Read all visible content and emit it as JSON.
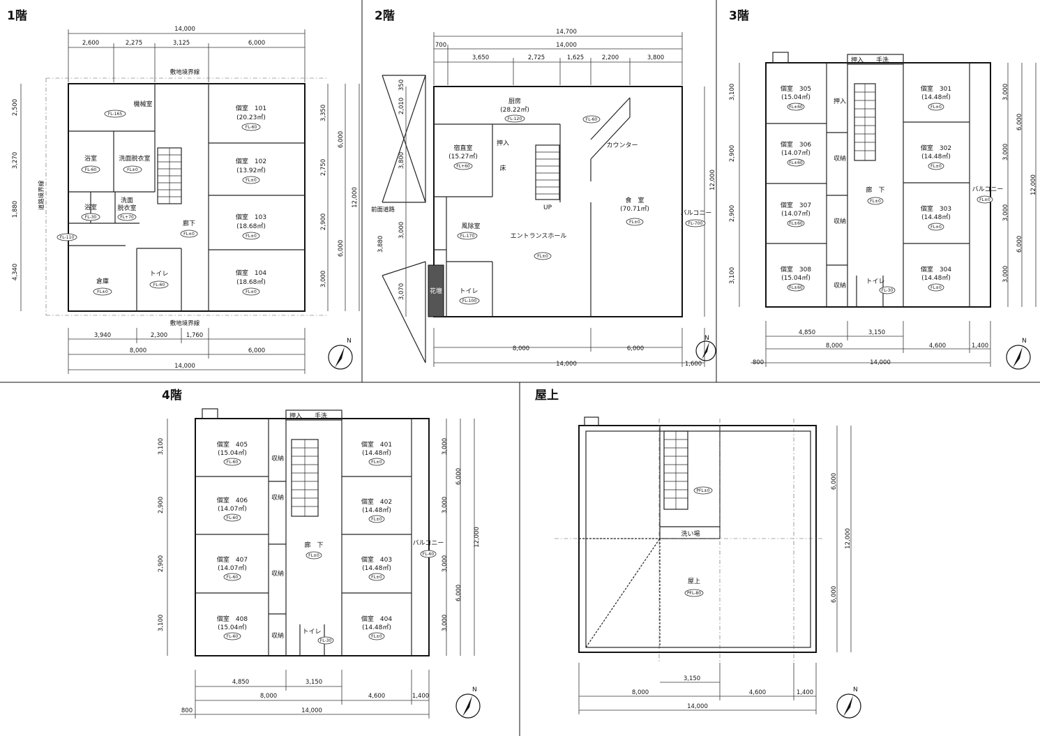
{
  "floors": {
    "f1": {
      "title": "1階",
      "dims_top": [
        "14,000",
        "2,600",
        "2,275",
        "3,125",
        "6,000"
      ],
      "dims_bottom": [
        "3,940",
        "2,300",
        "1,760",
        "8,000",
        "6,000",
        "14,000"
      ],
      "dims_left": [
        "2,500",
        "3,270",
        "1,880",
        "4,340"
      ],
      "dims_right": [
        "3,350",
        "2,750",
        "2,900",
        "3,000",
        "6,000",
        "6,000",
        "12,000"
      ],
      "boundary_top": "敷地境界線",
      "boundary_bottom": "敷地境界線",
      "boundary_left": "道路境界線",
      "rooms": [
        {
          "name": "機械室",
          "fl": "FL-165"
        },
        {
          "name": "浴室",
          "fl": "FL-60"
        },
        {
          "name": "洗面脱衣室",
          "fl": "FL±0"
        },
        {
          "name": "浴室",
          "fl": "FL-30"
        },
        {
          "name": "洗面",
          "name2": "脱衣室",
          "fl": "FL+70"
        },
        {
          "name": "倉庫",
          "fl": "FL±0"
        },
        {
          "name": "トイレ",
          "fl": "FL-60"
        },
        {
          "name": "廊下",
          "fl": "FL±0"
        },
        {
          "name": "個室　101",
          "area": "(20.23㎡)",
          "fl": "FL-60"
        },
        {
          "name": "個室　102",
          "area": "(13.92㎡)",
          "fl": "FL±0"
        },
        {
          "name": "個室　103",
          "area": "(18.68㎡)",
          "fl": "FL±0"
        },
        {
          "name": "個室　104",
          "area": "(18.68㎡)",
          "fl": "FL±0"
        }
      ],
      "extra_fl": "FL-110"
    },
    "f2": {
      "title": "2階",
      "dims_top": [
        "14,700",
        "700",
        "14,000",
        "3,650",
        "2,725",
        "1,625",
        "2,200",
        "3,800"
      ],
      "dims_bottom": [
        "8,000",
        "6,000",
        "14,000",
        "1,600"
      ],
      "dims_left": [
        "350",
        "2,010",
        "3,800",
        "3,000",
        "3,880",
        "3,070"
      ],
      "dims_right": [
        "12,000"
      ],
      "road_label": "前面道路",
      "rooms": [
        {
          "name": "厨房",
          "area": "(28.22㎡)",
          "fl": "FL-120"
        },
        {
          "name": "宿直室",
          "area": "(15.27㎡)",
          "fl": "FL+60"
        },
        {
          "name": "押入"
        },
        {
          "name": "床"
        },
        {
          "name": "風除室",
          "fl": "FL-170"
        },
        {
          "name": "エントランスホール",
          "fl": "FL±0"
        },
        {
          "name": "花壇"
        },
        {
          "name": "トイレ",
          "fl": "FL-100"
        },
        {
          "name": "カウンター"
        },
        {
          "name": "食　室",
          "area": "(70.71㎡)",
          "fl": "FL±0"
        },
        {
          "name": "バルコニー",
          "fl": "FL-700"
        }
      ],
      "extra_fl": "FL-60",
      "up_label": "UP"
    },
    "f3": {
      "title": "3階",
      "dims_bottom": [
        "4,850",
        "3,150",
        "8,000",
        "4,600",
        "1,400",
        "800",
        "14,000"
      ],
      "dims_left": [
        "3,100",
        "2,900",
        "2,900",
        "3,100"
      ],
      "dims_right": [
        "3,000",
        "3,000",
        "3,000",
        "3,000",
        "6,000",
        "6,000",
        "12,000"
      ],
      "rooms": [
        {
          "name": "個室　305",
          "area": "(15.04㎡)",
          "fl": "FL±60"
        },
        {
          "name": "個室　306",
          "area": "(14.07㎡)",
          "fl": "FL±60"
        },
        {
          "name": "個室　307",
          "area": "(14.07㎡)",
          "fl": "FL±60"
        },
        {
          "name": "個室　308",
          "area": "(15.04㎡)",
          "fl": "FL±60"
        },
        {
          "name": "個室　301",
          "area": "(14.48㎡)",
          "fl": "FL±0"
        },
        {
          "name": "個室　302",
          "area": "(14.48㎡)",
          "fl": "FL±0"
        },
        {
          "name": "個室　303",
          "area": "(14.48㎡)",
          "fl": "FL±0"
        },
        {
          "name": "個室　304",
          "area": "(14.48㎡)",
          "fl": "FL±0"
        },
        {
          "name": "押入"
        },
        {
          "name": "収納"
        },
        {
          "name": "収納"
        },
        {
          "name": "収納"
        },
        {
          "name": "廊　下",
          "fl": "FL±0"
        },
        {
          "name": "トイレ",
          "fl": "FL-30"
        },
        {
          "name": "バルコニー",
          "fl": "FL±0"
        },
        {
          "name": "押入"
        },
        {
          "name": "手洗"
        }
      ]
    },
    "f4": {
      "title": "4階",
      "dims_bottom": [
        "4,850",
        "3,150",
        "8,000",
        "4,600",
        "1,400",
        "800",
        "14,000"
      ],
      "dims_left": [
        "3,100",
        "2,900",
        "2,900",
        "3,100"
      ],
      "dims_right": [
        "3,000",
        "3,000",
        "3,000",
        "3,000",
        "6,000",
        "6,000",
        "12,000"
      ],
      "rooms": [
        {
          "name": "個室　405",
          "area": "(15.04㎡)",
          "fl": "FL-60"
        },
        {
          "name": "個室　406",
          "area": "(14.07㎡)",
          "fl": "FL-60"
        },
        {
          "name": "個室　407",
          "area": "(14.07㎡)",
          "fl": "FL-60"
        },
        {
          "name": "個室　408",
          "area": "(15.04㎡)",
          "fl": "FL-60"
        },
        {
          "name": "個室　401",
          "area": "(14.48㎡)",
          "fl": "FL±0"
        },
        {
          "name": "個室　402",
          "area": "(14.48㎡)",
          "fl": "FL±0"
        },
        {
          "name": "個室　403",
          "area": "(14.48㎡)",
          "fl": "FL±0"
        },
        {
          "name": "個室　404",
          "area": "(14.48㎡)",
          "fl": "FL±0"
        },
        {
          "name": "収納"
        },
        {
          "name": "収納"
        },
        {
          "name": "収納"
        },
        {
          "name": "収納"
        },
        {
          "name": "廊　下",
          "fl": "FL±0"
        },
        {
          "name": "トイレ",
          "fl": "FL-30"
        },
        {
          "name": "バルコニー",
          "fl": "FL-60"
        },
        {
          "name": "押入"
        },
        {
          "name": "手洗"
        }
      ]
    },
    "roof": {
      "title": "屋上",
      "dims_bottom": [
        "3,150",
        "8,000",
        "4,600",
        "1,400",
        "14,000"
      ],
      "dims_right": [
        "6,000",
        "6,000",
        "12,000"
      ],
      "rooms": [
        {
          "name": "屋上",
          "fl": "PFL-80"
        },
        {
          "name": "洗い場"
        },
        {
          "name": "",
          "fl": "PFL±0"
        }
      ]
    }
  },
  "north_label": "N"
}
